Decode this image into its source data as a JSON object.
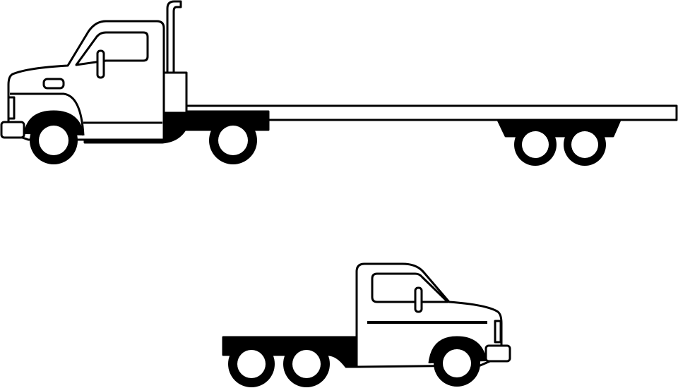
{
  "colors": {
    "line": "#000000",
    "fill": "#ffffff"
  },
  "illustration": {
    "trucks": [
      {
        "name": "flatbed-truck",
        "facing": "left"
      },
      {
        "name": "tractor-cab",
        "facing": "right"
      }
    ]
  }
}
